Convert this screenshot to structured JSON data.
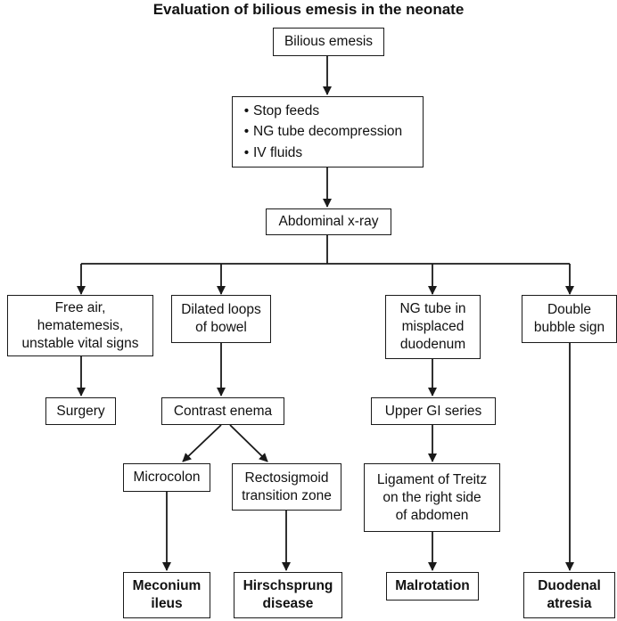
{
  "title": "Evaluation of bilious emesis in the neonate",
  "nodes": {
    "bilious_emesis": "Bilious emesis",
    "initial_steps": [
      "Stop feeds",
      "NG tube decompression",
      "IV fluids"
    ],
    "abdominal_xray": "Abdominal x-ray",
    "free_air": [
      "Free air,",
      "hematemesis,",
      "unstable vital signs"
    ],
    "dilated_loops": [
      "Dilated loops",
      "of bowel"
    ],
    "ng_tube_misplaced": [
      "NG tube in",
      "misplaced",
      "duodenum"
    ],
    "double_bubble": [
      "Double",
      "bubble sign"
    ],
    "surgery": "Surgery",
    "contrast_enema": "Contrast enema",
    "upper_gi": "Upper GI series",
    "microcolon": "Microcolon",
    "rectosigmoid": [
      "Rectosigmoid",
      "transition zone"
    ],
    "ligament_treitz": [
      "Ligament of Treitz",
      "on the right side",
      "of abdomen"
    ],
    "meconium_ileus": [
      "Meconium",
      "ileus"
    ],
    "hirschsprung": [
      "Hirschsprung",
      "disease"
    ],
    "malrotation": "Malrotation",
    "duodenal_atresia": [
      "Duodenal",
      "atresia"
    ]
  },
  "bullet_char": "•"
}
